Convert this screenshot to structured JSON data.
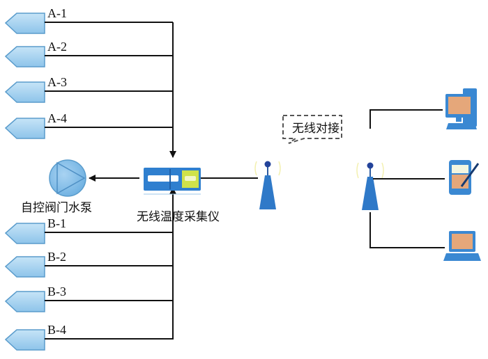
{
  "sensors_a": [
    {
      "id": "A-1"
    },
    {
      "id": "A-2"
    },
    {
      "id": "A-3"
    },
    {
      "id": "A-4"
    }
  ],
  "sensors_b": [
    {
      "id": "B-1"
    },
    {
      "id": "B-2"
    },
    {
      "id": "B-3"
    },
    {
      "id": "B-4"
    }
  ],
  "pump": {
    "label": "自控阀门水泵",
    "icon": "pump-icon"
  },
  "collector": {
    "label": "无线温度采集仪",
    "icon": "collector-icon"
  },
  "wireless_link": {
    "label": "无线对接"
  },
  "antennas": [
    {
      "icon": "antenna-tx-icon"
    },
    {
      "icon": "antenna-rx-icon"
    }
  ],
  "terminals": [
    {
      "icon": "desktop-computer-icon"
    },
    {
      "icon": "pda-icon"
    },
    {
      "icon": "laptop-icon"
    }
  ],
  "colors": {
    "device_fill": "#a8d4f0",
    "device_stroke": "#5a9ccc",
    "collector_blue": "#2f7fcf",
    "antenna_blue": "#2f79c8",
    "line": "#111111"
  }
}
